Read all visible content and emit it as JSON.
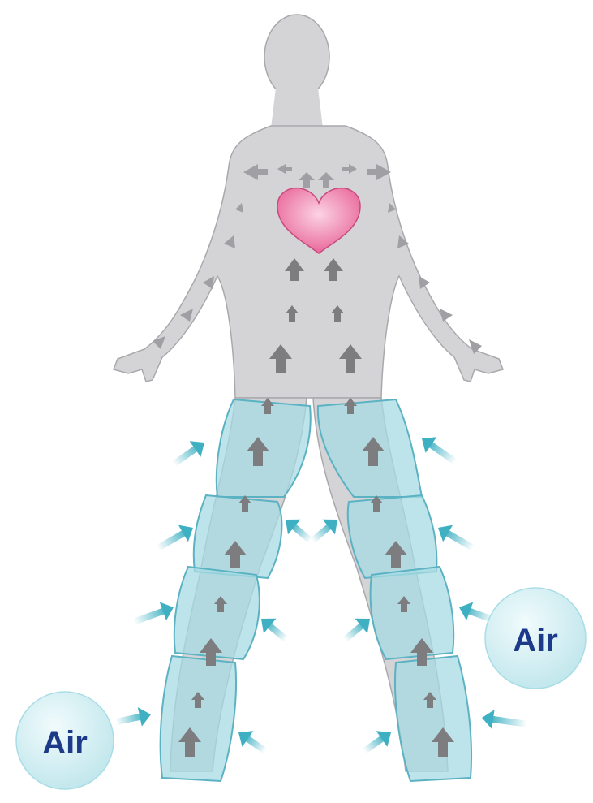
{
  "labels": {
    "air_left": "Air",
    "air_right": "Air"
  },
  "colors": {
    "background": "#ffffff",
    "body_fill": "#d4d4d6",
    "body_stroke": "#a9a9ad",
    "inner_arrow": "#7d7d80",
    "flow_arrow": "#a0a0a4",
    "heart": "#e9679b",
    "heart_highlight": "#fbd3e3",
    "sleeve_fill": "#a7dbe3",
    "sleeve_stroke": "#5bb2c3",
    "air_arrow": "#3fb0c2",
    "air_bubble": "#c7eaef",
    "air_text": "#1d3a8a"
  },
  "icons": {
    "heart": "heart-icon",
    "compression_sleeve": "compression-sleeve",
    "air_arrow": "arrow-icon"
  }
}
